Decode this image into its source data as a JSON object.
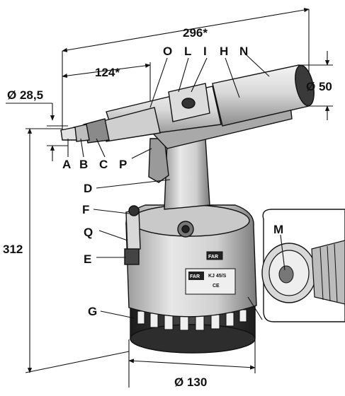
{
  "dimensions": {
    "overall_length": "296*",
    "nose_length": "124*",
    "nose_diameter": "Ø 28,5",
    "head_diameter": "Ø 50",
    "height": "312",
    "base_diameter": "Ø 130"
  },
  "part_labels": {
    "A": "A",
    "B": "B",
    "C": "C",
    "P": "P",
    "O": "O",
    "L": "L",
    "I": "I",
    "H": "H",
    "N": "N",
    "D": "D",
    "F": "F",
    "Q": "Q",
    "E": "E",
    "G": "G",
    "M": "M"
  },
  "nameplate": {
    "brand": "FAR",
    "model": "KJ 45/S",
    "ce_mark": "CE"
  },
  "colors": {
    "line": "#111111",
    "body_light": "#e6e6e6",
    "body_mid": "#bcbcbc",
    "body_dark": "#555555",
    "base_dark": "#2a2a2a"
  }
}
